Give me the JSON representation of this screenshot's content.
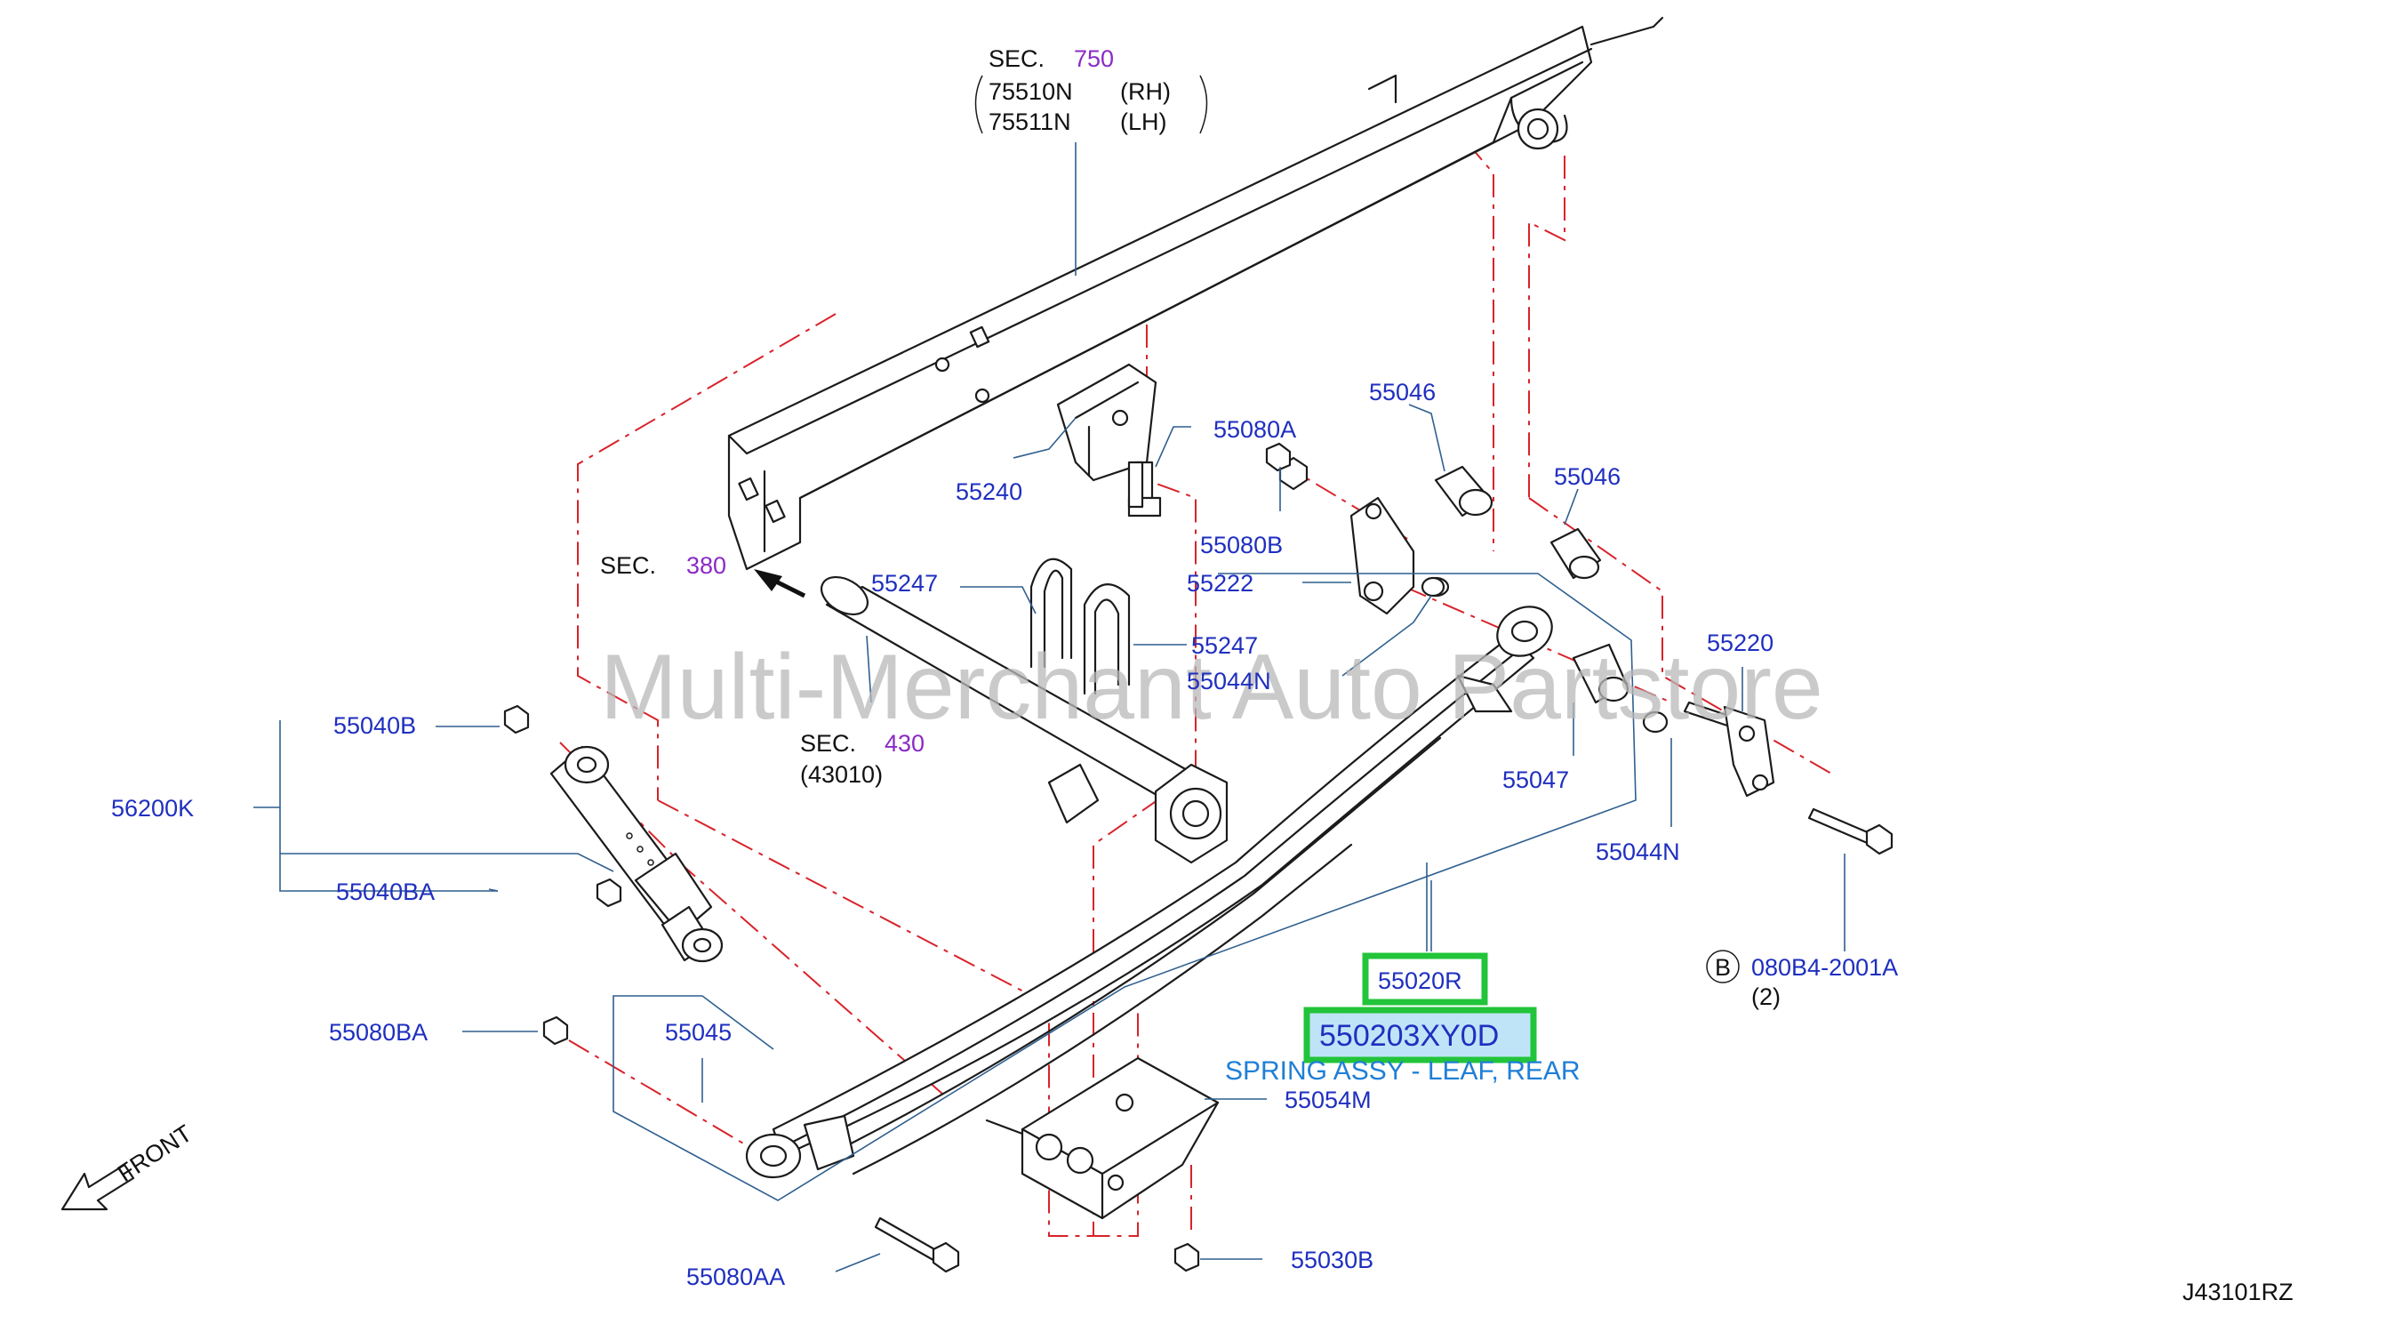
{
  "watermark": "Multi-Merchant Auto Partstore",
  "diagram_code": "J43101RZ",
  "front_label": "FRONT",
  "sections": {
    "frame": {
      "prefix": "SEC.",
      "number": "750",
      "line1_part": "75510N",
      "line1_side": "(RH)",
      "line2_part": "75511N",
      "line2_side": "(LH)"
    },
    "axle_ref": {
      "prefix": "SEC.",
      "number": "380"
    },
    "axle": {
      "prefix": "SEC.",
      "number": "430",
      "sub": "(43010)"
    }
  },
  "parts": {
    "p55080A": "55080A",
    "p55240": "55240",
    "p55046_upper": "55046",
    "p55046_right": "55046",
    "p55080B": "55080B",
    "p55222": "55222",
    "p55247_upper": "55247",
    "p55247_lower": "55247",
    "p55044N_upper": "55044N",
    "p55220": "55220",
    "p55047": "55047",
    "p55044N_lower": "55044N",
    "p55040B": "55040B",
    "p56200K": "56200K",
    "p55040BA": "55040BA",
    "p55080BA": "55080BA",
    "p55045": "55045",
    "p55054M": "55054M",
    "p55080AA": "55080AA",
    "p55030B": "55030B",
    "bolt_ref_letter": "B",
    "bolt_ref_part": "080B4-2001A",
    "bolt_ref_qty": "(2)"
  },
  "highlight": {
    "part": "55020R",
    "part_number": "550203XY0D",
    "description": "SPRING ASSY - LEAF, REAR",
    "box_color": "#22c43a",
    "fill_color": "#bfe4f7",
    "text_color": "#1f7fd6"
  }
}
